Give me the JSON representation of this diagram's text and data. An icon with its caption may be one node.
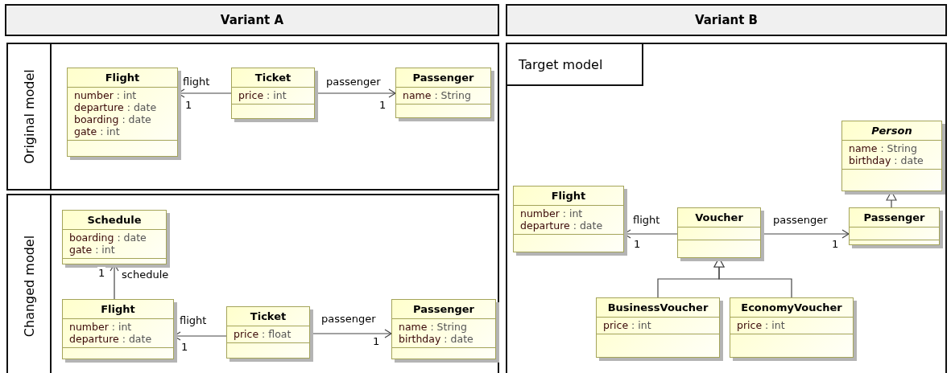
{
  "diagram": {
    "nodes": [
      {
        "text": [
          "Variant A"
        ]
      },
      {
        "text": [
          "Variant B"
        ]
      },
      {
        "text": [
          "Original model"
        ]
      },
      {
        "text": [
          "Flight",
          "number : int",
          "departure : date",
          "boarding : date",
          "gate : int"
        ],
        "in": 2
      },
      {
        "text": [
          "Ticket",
          "price : int"
        ],
        "in": 2
      },
      {
        "text": [
          "Passenger",
          "name : String"
        ],
        "in": 2
      },
      {
        "text": [
          "Changed model"
        ]
      },
      {
        "text": [
          "Schedule",
          "boarding : date",
          "gate : int"
        ],
        "in": 6
      },
      {
        "text": [
          "Flight",
          "number : int",
          "departure : date"
        ],
        "in": 6
      },
      {
        "text": [
          "Ticket",
          "price : float"
        ],
        "in": 6
      },
      {
        "text": [
          "Passenger",
          "name : String",
          "birthday : date"
        ],
        "in": 6
      },
      {
        "text": [
          "Target model"
        ]
      },
      {
        "text": [
          "Person",
          "name : String",
          "birthday : date"
        ],
        "in": 11
      },
      {
        "text": [
          "Flight",
          "number : int",
          "departure : date"
        ],
        "in": 11
      },
      {
        "text": [
          "Voucher"
        ],
        "in": 11
      },
      {
        "text": [
          "Passenger"
        ],
        "in": 11
      },
      {
        "text": [
          "BusinessVoucher",
          "price : int"
        ],
        "in": 11
      },
      {
        "text": [
          "EconomyVoucher",
          "price : int"
        ],
        "in": 11
      }
    ],
    "edges": [
      {
        "from": 4,
        "to": 3,
        "arrow": "to",
        "label": "flight"
      },
      {
        "from": 4,
        "to": 5,
        "arrow": "to",
        "label": "passenger"
      },
      {
        "from": 8,
        "to": 7,
        "arrow": "to",
        "label": "schedule"
      },
      {
        "from": 9,
        "to": 8,
        "arrow": "to",
        "label": "flight"
      },
      {
        "from": 9,
        "to": 10,
        "arrow": "to",
        "label": "passenger"
      },
      {
        "from": 14,
        "to": 13,
        "arrow": "to",
        "label": "flight"
      },
      {
        "from": 14,
        "to": 15,
        "arrow": "to",
        "label": "passenger"
      },
      {
        "from": 15,
        "to": 12,
        "arrow": "to"
      },
      {
        "from": 16,
        "to": 14,
        "arrow": "to"
      },
      {
        "from": 17,
        "to": 14,
        "arrow": "to"
      }
    ],
    "labels": [
      "1",
      "1",
      "1",
      "1",
      "1",
      "1",
      "1"
    ]
  }
}
